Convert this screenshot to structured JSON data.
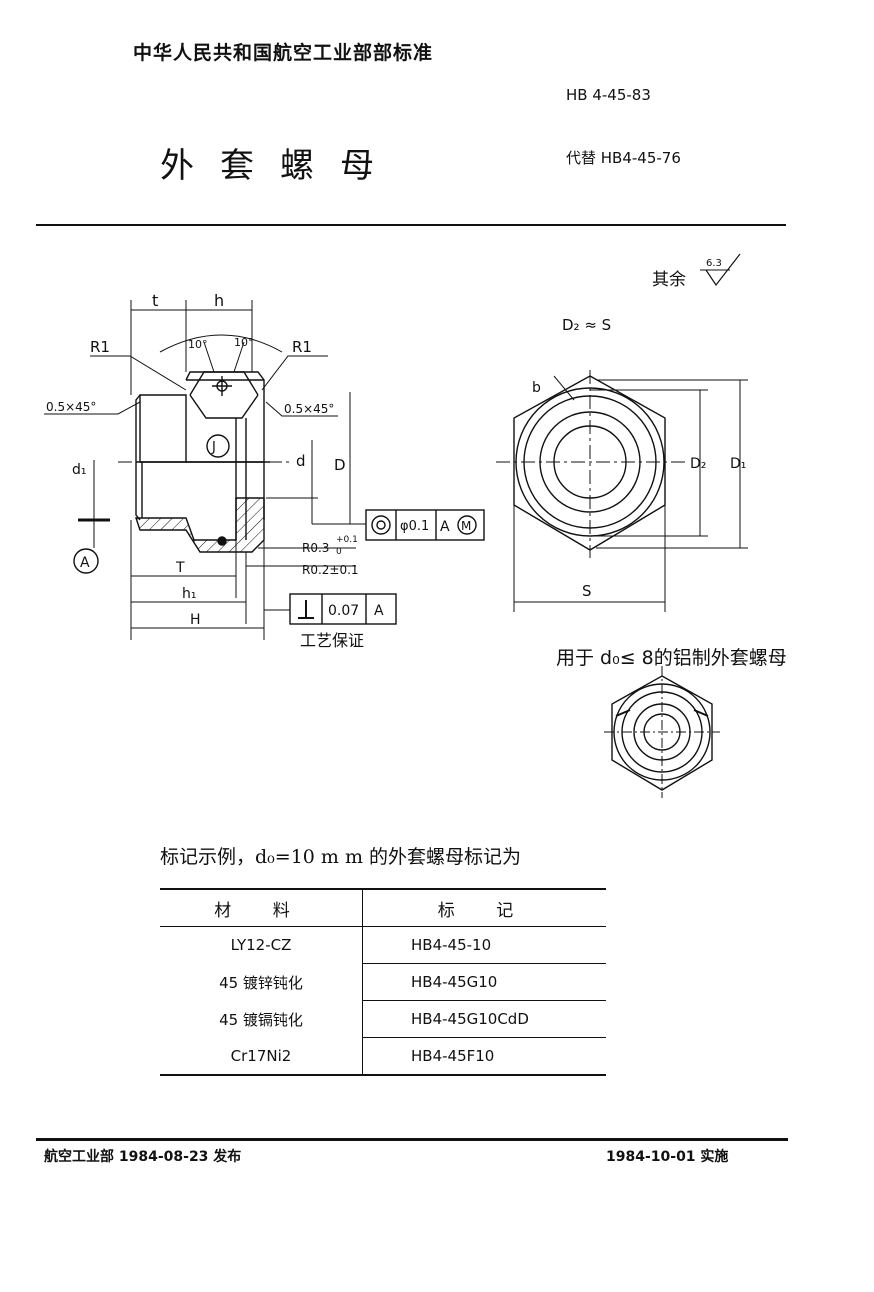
{
  "header": {
    "organization": "中华人民共和国航空工业部部标准",
    "standard_code": "HB 4-45-83",
    "title": "外套螺母",
    "replaces": "代替 HB4-45-76"
  },
  "drawing": {
    "roughness_label": "其余",
    "roughness_value": "6.3",
    "d2_note": "D₂ ≈ S",
    "labels": {
      "t": "t",
      "h": "h",
      "r1_left": "R1",
      "r1_right": "R1",
      "angle_left": "10°",
      "angle_right": "10°",
      "chamfer_left": "0.5×45°",
      "chamfer_right": "0.5×45°",
      "d1": "d₁",
      "d": "d",
      "D": "D",
      "datum": "A",
      "J": "J",
      "T": "T",
      "h1": "h₁",
      "H": "H",
      "r03": "R0.3",
      "r03_tol_up": "+0.1",
      "r03_tol_low": "0",
      "r02": "R0.2±0.1",
      "coax_value": "φ0.1",
      "coax_datum": "A",
      "coax_mod": "M",
      "perp_value": "0.07",
      "perp_datum": "A",
      "process": "工艺保证",
      "S": "S",
      "D2": "D₂",
      "D1": "D₁",
      "b": "b"
    },
    "aluminum_note": "用于 d₀≤ 8的铝制外套螺母"
  },
  "example_caption": "标记示例，d₀=10 m m 的外套螺母标记为",
  "table": {
    "headers": [
      "材  料",
      "标  记"
    ],
    "rows": [
      [
        "LY12-CZ",
        "HB4-45-10"
      ],
      [
        "45 镀锌钝化",
        "HB4-45G10"
      ],
      [
        "45 镀镉钝化",
        "HB4-45G10CdD"
      ],
      [
        "Cr17Ni2",
        "HB4-45F10"
      ]
    ]
  },
  "footer": {
    "published": "航空工业部 1984-08-23 发布",
    "implemented": "1984-10-01  实施"
  }
}
